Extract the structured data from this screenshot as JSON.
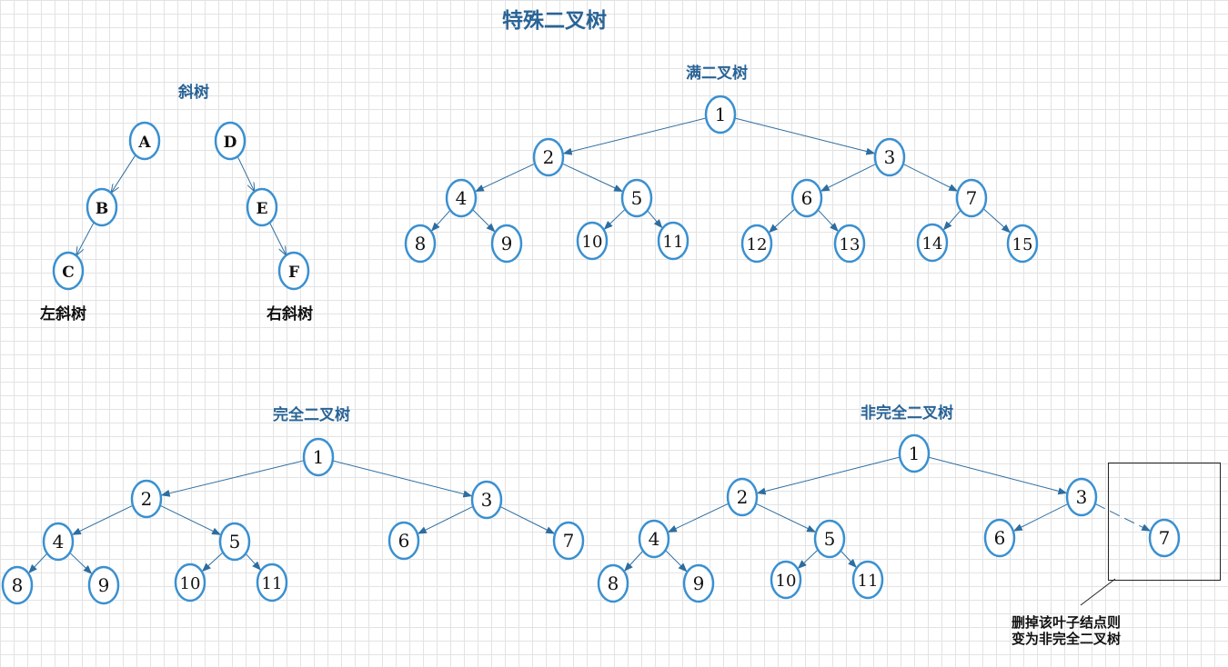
{
  "title": "特殊二叉树",
  "sections": {
    "skewed": {
      "title": "斜树",
      "left_label": "左斜树",
      "right_label": "右斜树"
    },
    "full": {
      "title": "满二叉树"
    },
    "complete": {
      "title": "完全二叉树"
    },
    "non_complete": {
      "title": "非完全二叉树",
      "note": "删掉该叶子结点则变为非完全二叉树"
    }
  },
  "colors": {
    "node_stroke": "#3a90d0",
    "edge": "#2d6da0",
    "title": "#2a6496",
    "grid": "#e3e3e3"
  },
  "trees": {
    "skew_left": {
      "nodes": {
        "A": "A",
        "B": "B",
        "C": "C"
      },
      "edges": [
        [
          "A",
          "B"
        ],
        [
          "B",
          "C"
        ]
      ]
    },
    "skew_right": {
      "nodes": {
        "D": "D",
        "E": "E",
        "F": "F"
      },
      "edges": [
        [
          "D",
          "E"
        ],
        [
          "E",
          "F"
        ]
      ]
    },
    "full": {
      "nodes": {
        "n1": "1",
        "n2": "2",
        "n3": "3",
        "n4": "4",
        "n5": "5",
        "n6": "6",
        "n7": "7",
        "n8": "8",
        "n9": "9",
        "n10": "10",
        "n11": "11",
        "n12": "12",
        "n13": "13",
        "n14": "14",
        "n15": "15"
      },
      "edges": [
        [
          "n1",
          "n2"
        ],
        [
          "n1",
          "n3"
        ],
        [
          "n2",
          "n4"
        ],
        [
          "n2",
          "n5"
        ],
        [
          "n3",
          "n6"
        ],
        [
          "n3",
          "n7"
        ],
        [
          "n4",
          "n8"
        ],
        [
          "n4",
          "n9"
        ],
        [
          "n5",
          "n10"
        ],
        [
          "n5",
          "n11"
        ],
        [
          "n6",
          "n12"
        ],
        [
          "n6",
          "n13"
        ],
        [
          "n7",
          "n14"
        ],
        [
          "n7",
          "n15"
        ]
      ]
    },
    "complete": {
      "nodes": {
        "n1": "1",
        "n2": "2",
        "n3": "3",
        "n4": "4",
        "n5": "5",
        "n6": "6",
        "n7": "7",
        "n8": "8",
        "n9": "9",
        "n10": "10",
        "n11": "11"
      },
      "edges": [
        [
          "n1",
          "n2"
        ],
        [
          "n1",
          "n3"
        ],
        [
          "n2",
          "n4"
        ],
        [
          "n2",
          "n5"
        ],
        [
          "n3",
          "n6"
        ],
        [
          "n3",
          "n7"
        ],
        [
          "n4",
          "n8"
        ],
        [
          "n4",
          "n9"
        ],
        [
          "n5",
          "n10"
        ],
        [
          "n5",
          "n11"
        ]
      ]
    },
    "non_complete": {
      "nodes": {
        "n1": "1",
        "n2": "2",
        "n3": "3",
        "n4": "4",
        "n5": "5",
        "n6": "6",
        "n7": "7",
        "n8": "8",
        "n9": "9",
        "n10": "10",
        "n11": "11"
      },
      "edges": [
        [
          "n1",
          "n2"
        ],
        [
          "n1",
          "n3"
        ],
        [
          "n2",
          "n4"
        ],
        [
          "n2",
          "n5"
        ],
        [
          "n3",
          "n6"
        ],
        [
          "n4",
          "n8"
        ],
        [
          "n4",
          "n9"
        ],
        [
          "n5",
          "n10"
        ],
        [
          "n5",
          "n11"
        ]
      ],
      "dashed_edges": [
        [
          "n3",
          "n7"
        ]
      ]
    }
  }
}
